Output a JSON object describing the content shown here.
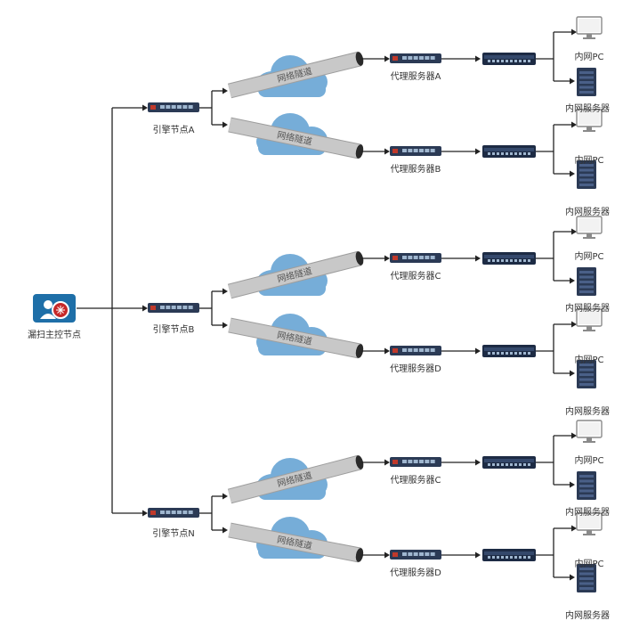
{
  "control_node": {
    "label": "漏扫主控节点",
    "icon": "user-shield-icon",
    "accent": "#1e6fa8"
  },
  "tunnel_label": "网络隧道",
  "engines": [
    {
      "label": "引擎节点A",
      "branches": [
        {
          "proxy_label": "代理服务器A",
          "pc_label": "内网PC",
          "server_label": "内网服务器"
        },
        {
          "proxy_label": "代理服务器B",
          "pc_label": "内网PC",
          "server_label": "内网服务器"
        }
      ]
    },
    {
      "label": "引擎节点B",
      "branches": [
        {
          "proxy_label": "代理服务器C",
          "pc_label": "内网PC",
          "server_label": "内网服务器"
        },
        {
          "proxy_label": "代理服务器D",
          "pc_label": "内网PC",
          "server_label": "内网服务器"
        }
      ]
    },
    {
      "label": "引擎节点N",
      "branches": [
        {
          "proxy_label": "代理服务器C",
          "pc_label": "内网PC",
          "server_label": "内网服务器"
        },
        {
          "proxy_label": "代理服务器D",
          "pc_label": "内网PC",
          "server_label": "内网服务器"
        }
      ]
    }
  ],
  "colors": {
    "wire": "#222222",
    "cloud": "#6fa9d6",
    "tube": "#c8c8c8",
    "device": "#2b3a55",
    "device_ports": "#9fb6cf"
  }
}
